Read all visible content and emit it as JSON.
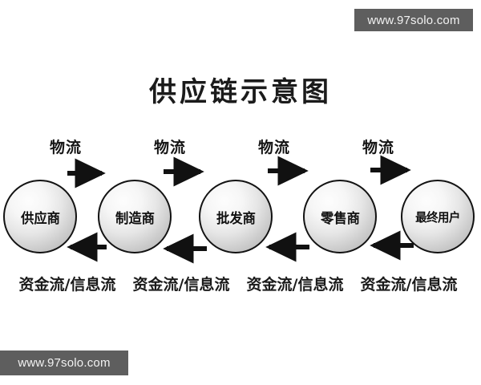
{
  "page": {
    "title": "供应链示意图",
    "background_color": "#ffffff"
  },
  "watermarks": {
    "top": {
      "text": "www.97solo.com",
      "bg_color": "#5e5e5e",
      "text_color": "#f2f2f2"
    },
    "bottom": {
      "text": "www.97solo.com",
      "bg_color": "#5e5e5e",
      "text_color": "#f2f2f2"
    }
  },
  "diagram": {
    "type": "supply-chain-flow",
    "node_fill_colors": {
      "highlight": "#fdfdfd",
      "shadow": "#b4b4b4",
      "stroke": "#121212"
    },
    "nodes": [
      {
        "label": "供应商"
      },
      {
        "label": "制造商"
      },
      {
        "label": "批发商"
      },
      {
        "label": "零售商"
      },
      {
        "label": "最终用户"
      }
    ],
    "forward_flows": [
      {
        "label": "物流"
      },
      {
        "label": "物流"
      },
      {
        "label": "物流"
      },
      {
        "label": "物流"
      }
    ],
    "reverse_flows": [
      {
        "label": "资金流/信息流"
      },
      {
        "label": "资金流/信息流"
      },
      {
        "label": "资金流/信息流"
      },
      {
        "label": "资金流/信息流"
      }
    ],
    "forward_direction": "right",
    "reverse_direction": "left"
  }
}
